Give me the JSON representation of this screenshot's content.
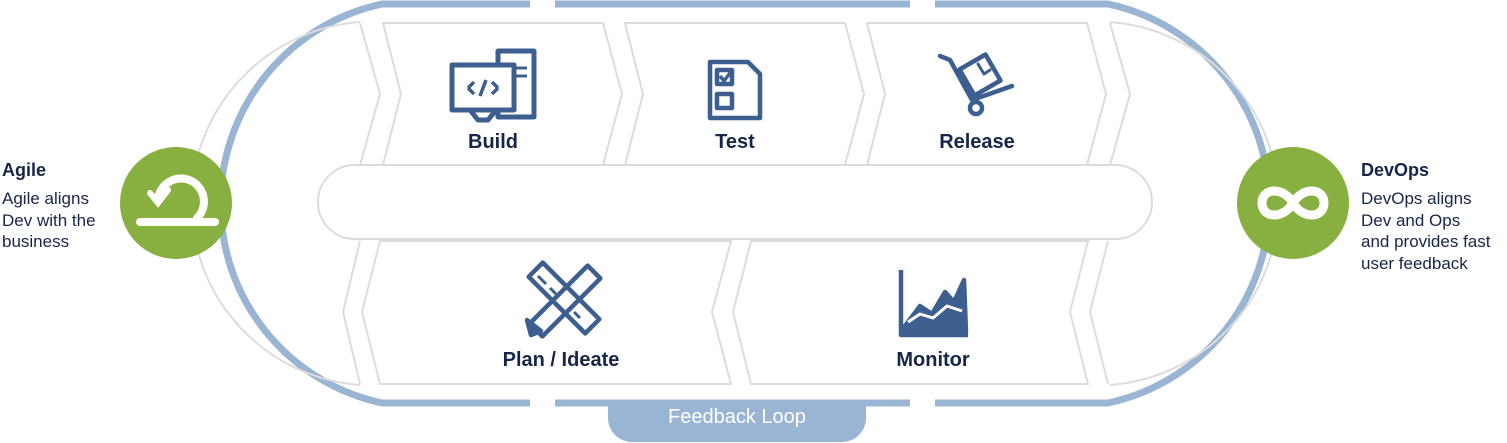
{
  "diagram": {
    "stages_top": [
      {
        "label": "Build",
        "icon": "monitor-code-icon"
      },
      {
        "label": "Test",
        "icon": "checklist-document-icon"
      },
      {
        "label": "Release",
        "icon": "hand-truck-box-icon"
      }
    ],
    "stages_bottom": [
      {
        "label": "Plan / Ideate",
        "icon": "ruler-pencil-icon"
      },
      {
        "label": "Monitor",
        "icon": "area-chart-icon"
      }
    ],
    "left": {
      "title": "Agile",
      "description_lines": [
        "Agile aligns",
        "Dev with the",
        "business"
      ],
      "icon": "agile-loop-icon"
    },
    "right": {
      "title": "DevOps",
      "description_lines": [
        "DevOps aligns",
        "Dev and Ops",
        "and provides fast",
        "user feedback"
      ],
      "icon": "infinity-icon"
    },
    "feedback_label": "Feedback Loop",
    "colors": {
      "track_blue": "#9ab5d4",
      "accent_green": "#88b040",
      "icon_navy": "#3d5f8f",
      "text_dark": "#16254a",
      "outline_gray": "#dcdcdc"
    }
  }
}
